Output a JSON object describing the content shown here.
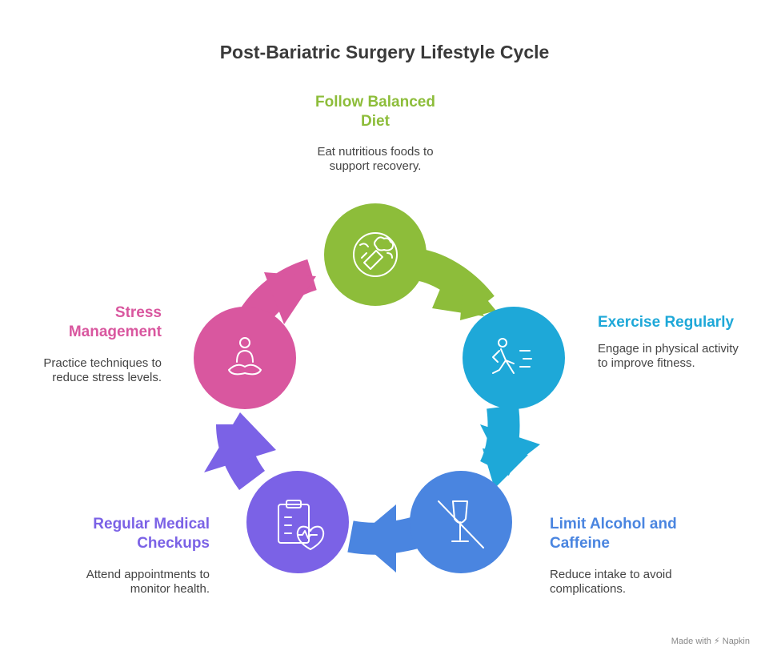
{
  "title": "Post-Bariatric Surgery Lifestyle Cycle",
  "steps": [
    {
      "heading_line1": "Follow Balanced",
      "heading_line2": "Diet",
      "desc_line1": "Eat nutritious foods to",
      "desc_line2": "support recovery.",
      "color": "#8dbd3a",
      "icon": "vegetables-icon"
    },
    {
      "heading_line1": "Exercise Regularly",
      "heading_line2": "",
      "desc_line1": "Engage in physical activity",
      "desc_line2": "to improve fitness.",
      "color": "#1ea8d8",
      "icon": "running-person-icon"
    },
    {
      "heading_line1": "Limit Alcohol and",
      "heading_line2": "Caffeine",
      "desc_line1": "Reduce intake to avoid",
      "desc_line2": "complications.",
      "color": "#4a85e0",
      "icon": "no-alcohol-icon"
    },
    {
      "heading_line1": "Regular Medical",
      "heading_line2": "Checkups",
      "desc_line1": "Attend appointments to",
      "desc_line2": "monitor health.",
      "color": "#7b62e6",
      "icon": "clipboard-heart-icon"
    },
    {
      "heading_line1": "Stress",
      "heading_line2": "Management",
      "desc_line1": "Practice techniques to",
      "desc_line2": "reduce stress levels.",
      "color": "#d9579f",
      "icon": "meditation-icon"
    }
  ],
  "footer": {
    "made_with": "Made with",
    "brand": "Napkin"
  }
}
